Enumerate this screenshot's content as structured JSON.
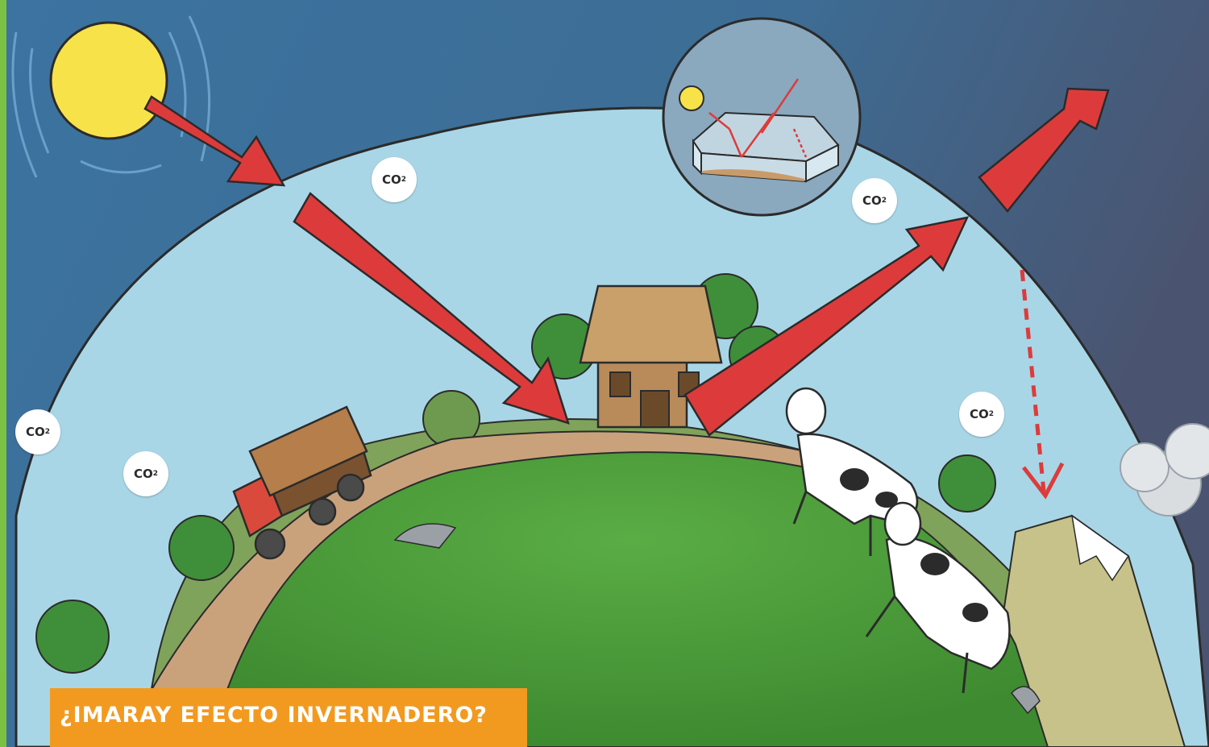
{
  "title": "¿IMARAY EFECTO INVERNADERO?",
  "co2_labels": [
    {
      "base": "CO",
      "sub": "2"
    },
    {
      "base": "CO",
      "sub": "2"
    },
    {
      "base": "CO",
      "sub": "2"
    },
    {
      "base": "CO",
      "sub": "2"
    },
    {
      "base": "CO",
      "sub": "2"
    }
  ],
  "colors": {
    "space": "#3e6f94",
    "atmosphere": "#a9d6e6",
    "grass": "#4f9d3a",
    "arrow": "#dd3b3b",
    "sun": "#f7e24a",
    "title_bg": "#f29a20",
    "left_border": "#7bc143"
  }
}
